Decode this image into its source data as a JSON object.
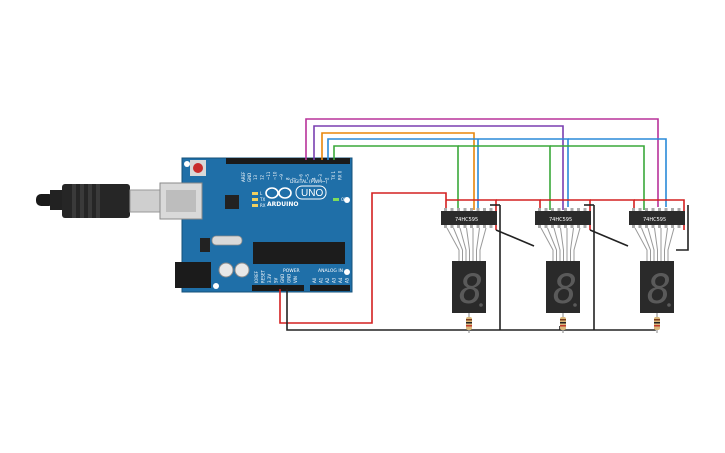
{
  "board": {
    "brand": "ARDUINO",
    "model": "UNO",
    "digital_header": "DIGITAL (PWM~)",
    "power_header": "POWER",
    "analog_header": "ANALOG IN",
    "on_label": "ON",
    "tx_label": "TX",
    "rx_label": "RX",
    "l_label": "L",
    "aref_label": "AREF",
    "gnd_label": "GND",
    "digital_pins": [
      "13",
      "12",
      "~11",
      "~10",
      "~9",
      "8",
      "7",
      "~6",
      "~5",
      "4",
      "~3",
      "2",
      "TX 1",
      "RX 0"
    ],
    "power_pins": [
      "IOREF",
      "RESET",
      "3.3V",
      "5V",
      "GND",
      "GND",
      "VIN"
    ],
    "analog_pins": [
      "A0",
      "A1",
      "A2",
      "A3",
      "A4",
      "A5"
    ]
  },
  "shift_registers": [
    {
      "label": "74HC595"
    },
    {
      "label": "74HC595"
    },
    {
      "label": "74HC595"
    }
  ],
  "displays": [
    {
      "digit": "8"
    },
    {
      "digit": "8"
    },
    {
      "digit": "8"
    }
  ],
  "colors": {
    "board": "#1f6fa8",
    "wire_red": "#d42020",
    "wire_black": "#222222",
    "wire_magenta": "#b8329a",
    "wire_purple": "#7a3fb0",
    "wire_orange": "#e8860a",
    "wire_blue": "#2a8ad8",
    "wire_green": "#3aa83a",
    "chip": "#2b2b2b",
    "display": "#2a2a2a"
  }
}
